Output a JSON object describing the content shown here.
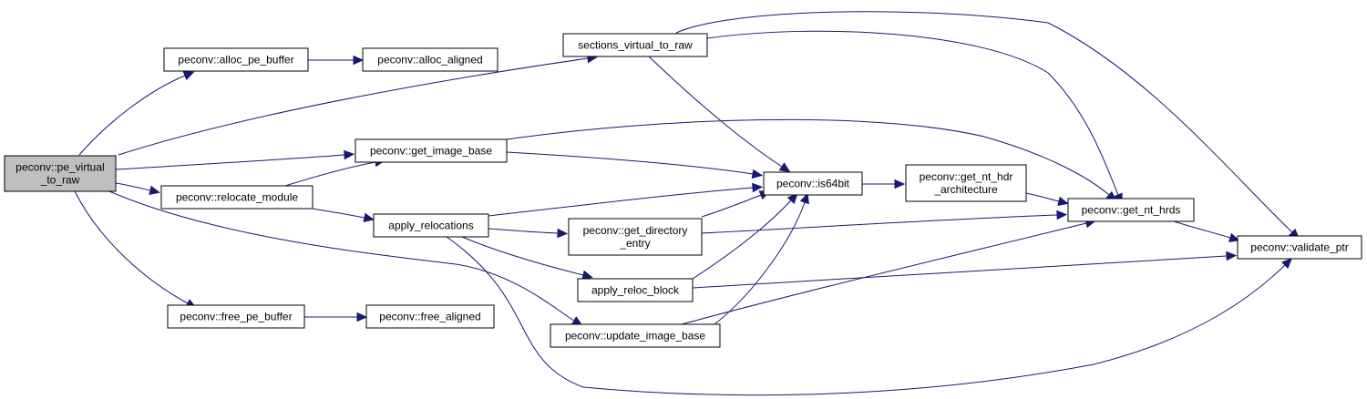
{
  "diagram": {
    "colors": {
      "edge": "#191970",
      "node_border": "#000000",
      "root_fill": "#bfbfbf",
      "node_fill": "#ffffff"
    },
    "nodes": {
      "pe_virtual_to_raw": {
        "lines": [
          "peconv::pe_virtual",
          "_to_raw"
        ]
      },
      "alloc_pe_buffer": {
        "lines": [
          "peconv::alloc_pe_buffer"
        ]
      },
      "alloc_aligned": {
        "lines": [
          "peconv::alloc_aligned"
        ]
      },
      "sections_virtual_to_raw": {
        "lines": [
          "sections_virtual_to_raw"
        ]
      },
      "get_image_base": {
        "lines": [
          "peconv::get_image_base"
        ]
      },
      "relocate_module": {
        "lines": [
          "peconv::relocate_module"
        ]
      },
      "apply_relocations": {
        "lines": [
          "apply_relocations"
        ]
      },
      "get_directory_entry": {
        "lines": [
          "peconv::get_directory",
          "_entry"
        ]
      },
      "apply_reloc_block": {
        "lines": [
          "apply_reloc_block"
        ]
      },
      "free_pe_buffer": {
        "lines": [
          "peconv::free_pe_buffer"
        ]
      },
      "free_aligned": {
        "lines": [
          "peconv::free_aligned"
        ]
      },
      "update_image_base": {
        "lines": [
          "peconv::update_image_base"
        ]
      },
      "is64bit": {
        "lines": [
          "peconv::is64bit"
        ]
      },
      "get_nt_hdr_architecture": {
        "lines": [
          "peconv::get_nt_hdr",
          "_architecture"
        ]
      },
      "get_nt_hrds": {
        "lines": [
          "peconv::get_nt_hrds"
        ]
      },
      "validate_ptr": {
        "lines": [
          "peconv::validate_ptr"
        ]
      }
    },
    "edges": [
      {
        "from": "pe_virtual_to_raw",
        "to": "alloc_pe_buffer"
      },
      {
        "from": "alloc_pe_buffer",
        "to": "alloc_aligned"
      },
      {
        "from": "pe_virtual_to_raw",
        "to": "sections_virtual_to_raw"
      },
      {
        "from": "pe_virtual_to_raw",
        "to": "get_image_base"
      },
      {
        "from": "pe_virtual_to_raw",
        "to": "relocate_module"
      },
      {
        "from": "pe_virtual_to_raw",
        "to": "free_pe_buffer"
      },
      {
        "from": "free_pe_buffer",
        "to": "free_aligned"
      },
      {
        "from": "pe_virtual_to_raw",
        "to": "update_image_base"
      },
      {
        "from": "sections_virtual_to_raw",
        "to": "is64bit"
      },
      {
        "from": "sections_virtual_to_raw",
        "to": "get_nt_hrds"
      },
      {
        "from": "sections_virtual_to_raw",
        "to": "validate_ptr"
      },
      {
        "from": "get_image_base",
        "to": "is64bit"
      },
      {
        "from": "get_image_base",
        "to": "get_nt_hrds"
      },
      {
        "from": "relocate_module",
        "to": "get_image_base"
      },
      {
        "from": "relocate_module",
        "to": "apply_relocations"
      },
      {
        "from": "apply_relocations",
        "to": "is64bit"
      },
      {
        "from": "apply_relocations",
        "to": "get_directory_entry"
      },
      {
        "from": "apply_relocations",
        "to": "apply_reloc_block"
      },
      {
        "from": "apply_relocations",
        "to": "validate_ptr"
      },
      {
        "from": "get_directory_entry",
        "to": "is64bit"
      },
      {
        "from": "get_directory_entry",
        "to": "get_nt_hrds"
      },
      {
        "from": "apply_reloc_block",
        "to": "is64bit"
      },
      {
        "from": "apply_reloc_block",
        "to": "validate_ptr"
      },
      {
        "from": "update_image_base",
        "to": "is64bit"
      },
      {
        "from": "update_image_base",
        "to": "get_nt_hrds"
      },
      {
        "from": "is64bit",
        "to": "get_nt_hdr_architecture"
      },
      {
        "from": "get_nt_hdr_architecture",
        "to": "get_nt_hrds"
      },
      {
        "from": "get_nt_hrds",
        "to": "validate_ptr"
      }
    ]
  }
}
